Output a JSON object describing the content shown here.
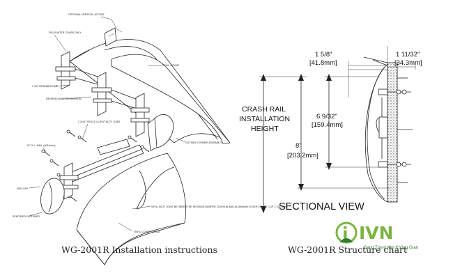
{
  "left_diagram": {
    "callouts": {
      "optional_vertical_accent": "OPTIONAL VERTICAL ACCENT",
      "field_mitre_cover_only": "FIELD MITER COVER ONLY",
      "vinyl_cover_top": "VINYL COVER",
      "retainer_clip": "1 1/2\" RETAINER CLIP",
      "bumper_cushion": "REGRIND BUMPER CUSHION",
      "splice_clip": "2 3/16\" SPLICE CLIP AT BUTT JOINT",
      "outside_corner": "OUTSIDE CORNER ASSEMBLY",
      "oc_max": "16\" O.C. MAX. [406.4mm]",
      "end_cap": "END CAP",
      "specified_fastener": "SPECIFIED FASTENER",
      "butt_joint_note": "VINYL BUTT JOINT BETWEEN THE REGRIND BUMPER CUSHION AND ALUMINUM COVER SPLICE CLIP 1\" [25.4mm]",
      "vinyl_cover_splice": "VINYL COVER SPLICE"
    },
    "caption": "WG-2001R Installation instructions"
  },
  "right_diagram": {
    "dim_top_left": "1 5/8\"",
    "dim_top_left_mm": "[41.8mm]",
    "dim_top_right": "1 11/32\"",
    "dim_top_right_mm": "[34.3mm]",
    "crash_rail_lines": [
      "CRASH RAIL",
      "INSTALLATION",
      "HEIGHT"
    ],
    "dim_mid": "6 9/32\"",
    "dim_mid_mm": "[159.4mm]",
    "dim_total": "8\"",
    "dim_total_mm": "[203.2mm]",
    "section_title": "SECTIONAL VIEW",
    "caption": "WG-2001R Structure chart"
  },
  "logo": {
    "mark": "i",
    "brand": "IVN",
    "tagline": "Sang Trọng Mọi Không Gian",
    "colors": {
      "green": "#7cb342",
      "dark_green": "#2e7d32"
    }
  }
}
